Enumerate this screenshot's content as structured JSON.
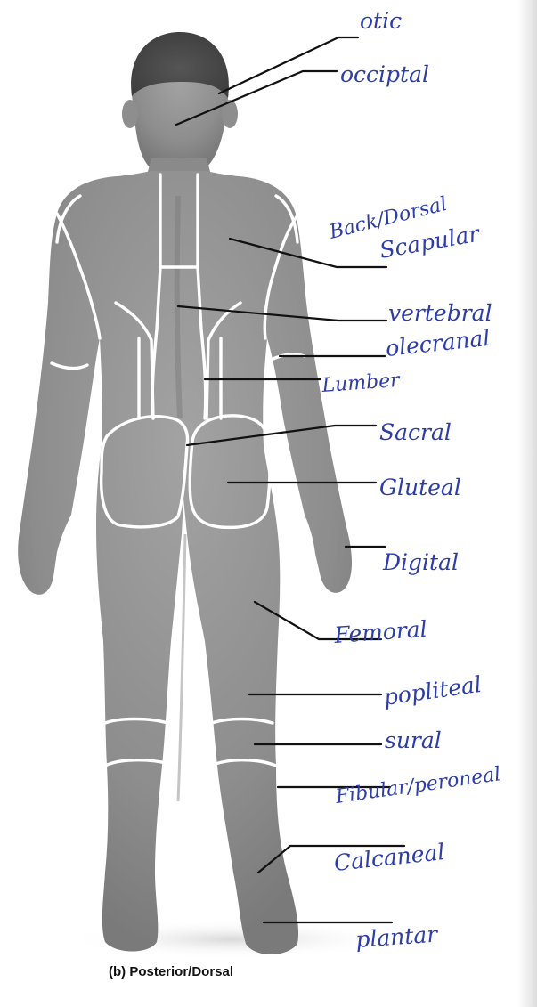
{
  "caption": "(b) Posterior/Dorsal",
  "labels": {
    "otic": "otic",
    "occipital": "occiptal",
    "back_dorsal": "Back/Dorsal",
    "scapular": "Scapular",
    "vertebral": "vertebral",
    "olecranal": "olecranal",
    "lumber": "Lumber",
    "sacral": "Sacral",
    "gluteal": "Gluteal",
    "digital": "Digital",
    "femoral": "Femoral",
    "popliteal": "popliteal",
    "sural": "sural",
    "fibular_peroneal": "Fibular/peroneal",
    "calcaneal": "Calcaneal",
    "plantar": "plantar"
  },
  "colors": {
    "body_fill": "#8c8c8c",
    "handwriting": "#2d3ea8",
    "leader_lines": "#111111",
    "region_outlines": "#ffffff"
  },
  "icons": {
    "figure": "human-body-posterior-icon"
  }
}
